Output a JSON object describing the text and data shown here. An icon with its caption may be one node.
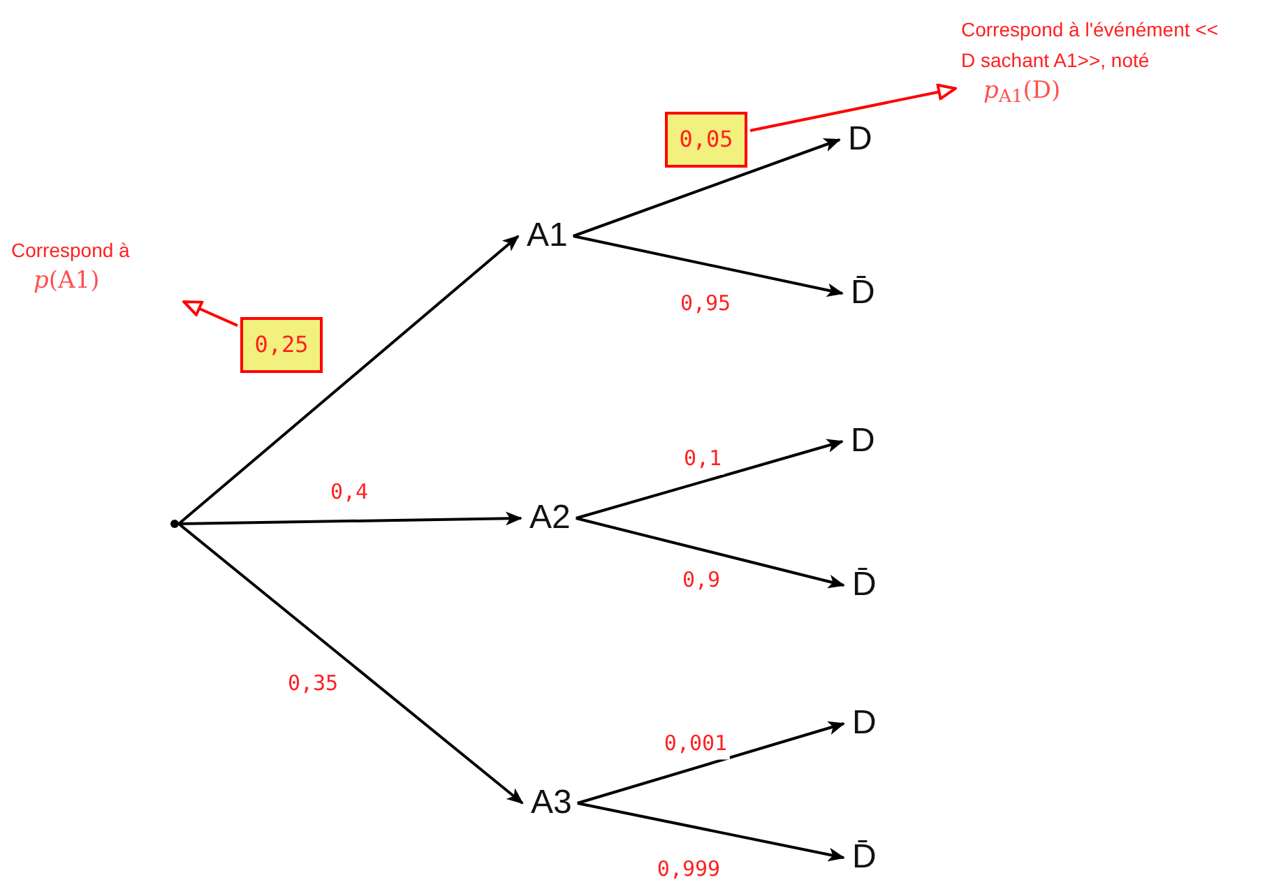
{
  "diagram": {
    "nodes": [
      {
        "text": [],
        "shape": "circle"
      },
      {
        "text": [
          "A1"
        ]
      },
      {
        "text": [
          "A2"
        ]
      },
      {
        "text": [
          "A3"
        ]
      },
      {
        "text": [
          "D"
        ]
      },
      {
        "text": [
          "D̄"
        ]
      },
      {
        "text": [
          "D"
        ]
      },
      {
        "text": [
          "D̄"
        ]
      },
      {
        "text": [
          "D"
        ]
      },
      {
        "text": [
          "D̄"
        ]
      },
      {
        "text": [
          "0,25"
        ]
      },
      {
        "text": [
          "Correspond à",
          "*p*(A1)"
        ]
      },
      {
        "text": [
          "0,05"
        ]
      },
      {
        "text": [
          "Correspond à l'événément << D sachant A1>>, noté",
          "*p*$_{A1}$(D)"
        ]
      }
    ],
    "edges": [
      {
        "from": 0,
        "to": 1,
        "arrow": "to"
      },
      {
        "from": 0,
        "to": 2,
        "arrow": "to",
        "label": "0,4"
      },
      {
        "from": 0,
        "to": 3,
        "arrow": "to",
        "label": "0,35"
      },
      {
        "from": 1,
        "to": 4,
        "arrow": "to"
      },
      {
        "from": 1,
        "to": 5,
        "arrow": "to",
        "label": "0,95"
      },
      {
        "from": 2,
        "to": 6,
        "arrow": "to",
        "label": "0,1"
      },
      {
        "from": 2,
        "to": 7,
        "arrow": "to",
        "label": "0,9"
      },
      {
        "from": 3,
        "to": 8,
        "arrow": "to",
        "label": "0,001"
      },
      {
        "from": 3,
        "to": 9,
        "arrow": "to",
        "label": "0,999"
      },
      {
        "from": 10,
        "to": 11,
        "arrow": "to",
        "color": "#ff0000"
      },
      {
        "from": 12,
        "to": 13,
        "arrow": "to",
        "color": "#ff0000"
      }
    ]
  }
}
